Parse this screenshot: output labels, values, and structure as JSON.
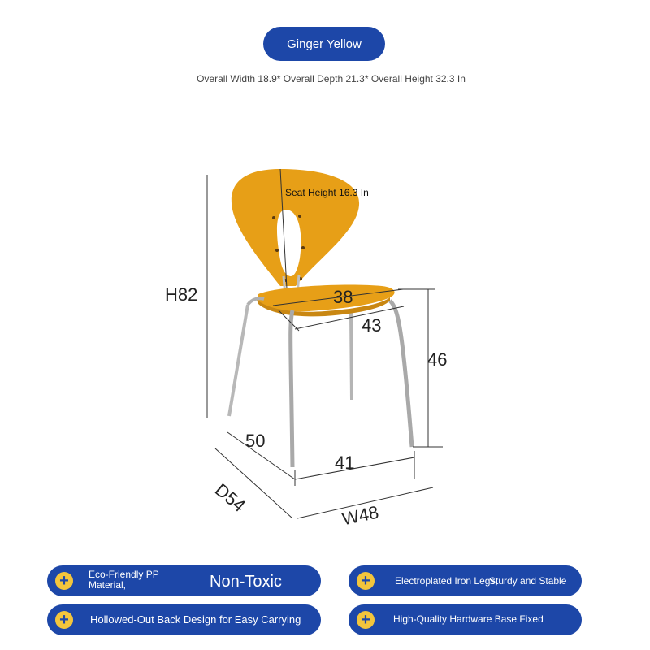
{
  "header": {
    "color_name": "Ginger Yellow",
    "overall_dimensions": "Overall Width 18.9* Overall Depth 21.3* Overall Height 32.3 In"
  },
  "diagram": {
    "seat_height": "Seat Height 16.3 In",
    "height_total": "H82",
    "seat_width": "38",
    "seat_depth": "43",
    "seat_floor": "46",
    "leg_depth": "50",
    "leg_width": "41",
    "depth_total": "D54",
    "width_total": "W48"
  },
  "features": [
    {
      "text": "Eco-Friendly PP Material,",
      "highlight": "Non-Toxic"
    },
    {
      "text": "Electroplated Iron Legs,",
      "text2": "Sturdy and Stable"
    },
    {
      "text": "Hollowed-Out Back Design for Easy Carrying"
    },
    {
      "text": "High-Quality Hardware Base Fixed"
    }
  ],
  "colors": {
    "accent_blue": "#1d47a8",
    "icon_yellow": "#f3c53c",
    "chair_orange": "#e79f17"
  },
  "icons": {
    "feature_icon": "plus-icon"
  }
}
